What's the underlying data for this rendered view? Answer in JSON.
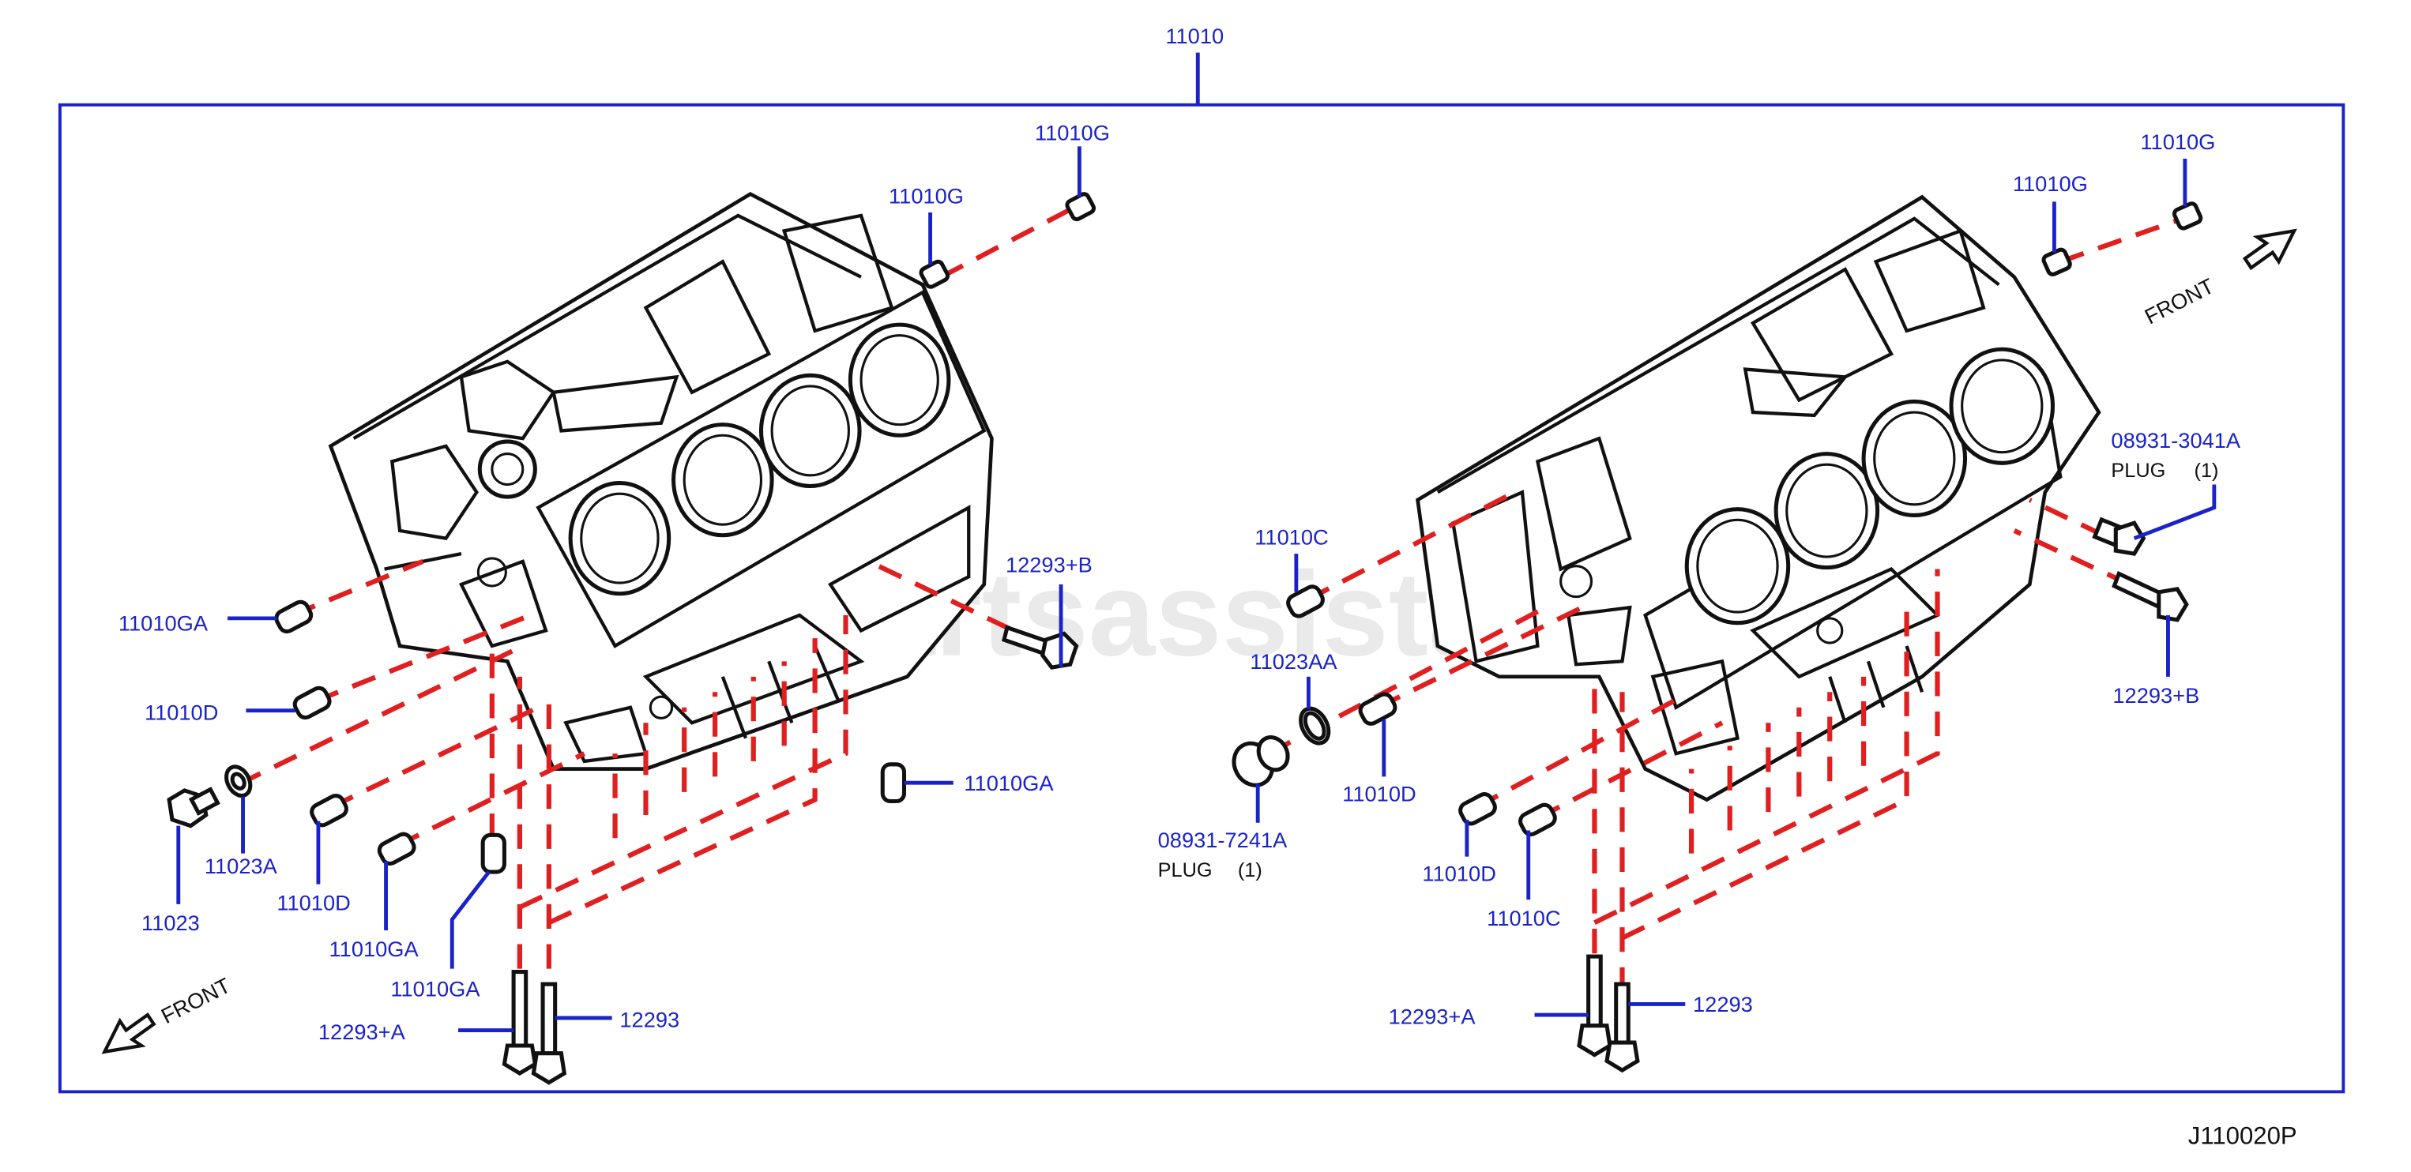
{
  "assembly": {
    "part_no": "11010"
  },
  "diagram_code": "J110020P",
  "watermark": "nissanpartsassistant.com",
  "colors": {
    "label": "#1a23c8",
    "leader": "#1a23c8",
    "dash": "#e02020",
    "line": "#111111"
  },
  "left_view": {
    "front": "FRONT",
    "labels": {
      "g_top": "11010G",
      "g_mid": "11010G",
      "ga_left": "11010GA",
      "d_left": "11010D",
      "bolt_b": "12293+B",
      "ga_right": "11010GA",
      "a23": "11023A",
      "p23": "11023",
      "d_low": "11010D",
      "ga_low1": "11010GA",
      "ga_low2": "11010GA",
      "bolt_a": "12293+A",
      "bolt": "12293"
    }
  },
  "right_view": {
    "front": "FRONT",
    "labels": {
      "g_top": "11010G",
      "g_mid": "11010G",
      "c_top": "11010C",
      "aa": "11023AA",
      "d_mid": "11010D",
      "plug_a_no": "08931-7241A",
      "plug_a_txt": "PLUG",
      "plug_a_qty": "(1)",
      "plug_b_no": "08931-3041A",
      "plug_b_txt": "PLUG",
      "plug_b_qty": "(1)",
      "bolt_b": "12293+B",
      "d_low": "11010D",
      "c_low": "11010C",
      "bolt_a": "12293+A",
      "bolt": "12293"
    }
  }
}
